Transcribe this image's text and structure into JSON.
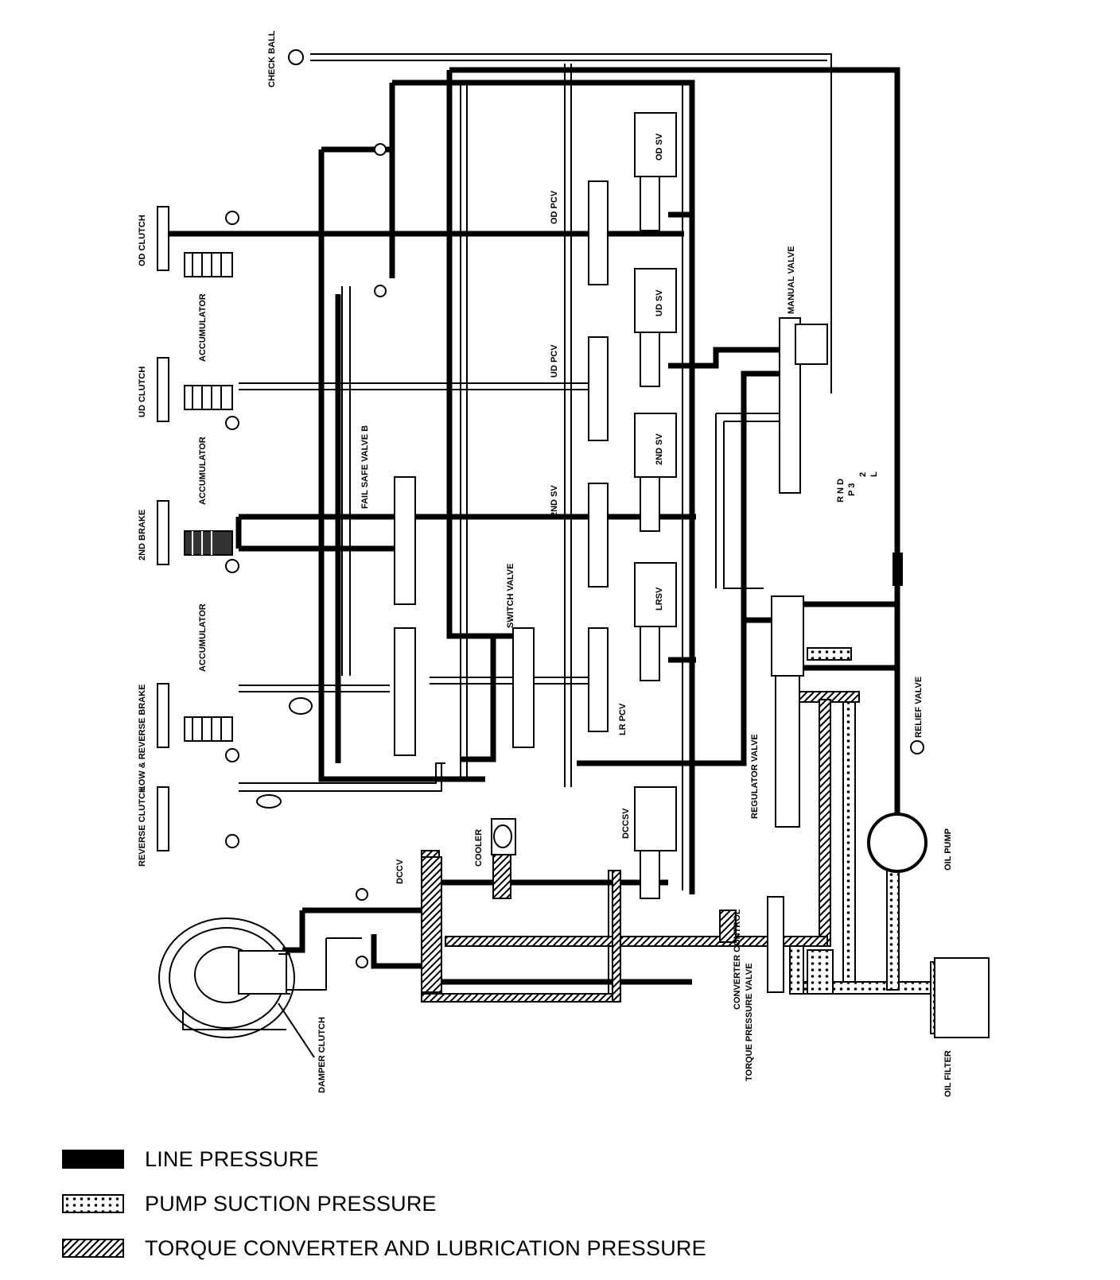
{
  "labels": {
    "check_ball": "CHECK BALL",
    "od_clutch": "OD CLUTCH",
    "accumulator_1": "ACCUMULATOR",
    "ud_clutch": "UD CLUTCH",
    "accumulator_2": "ACCUMULATOR",
    "second_brake": "2ND BRAKE",
    "accumulator_3": "ACCUMULATOR",
    "low_reverse_brake": "LOW & REVERSE BRAKE",
    "reverse_clutch": "REVERSE CLUTCH",
    "fail_safe_valve_b": "FAIL SAFE VALVE B",
    "od_pcv": "OD PCV",
    "ud_pcv": "UD PCV",
    "second_sv_side": "2ND SV",
    "switch_valve": "SWITCH VALVE",
    "lr_pcv": "LR PCV",
    "od_sv": "OD SV",
    "ud_sv": "UD SV",
    "second_sv": "2ND SV",
    "lrsv": "LRSV",
    "dccsv": "DCCSV",
    "manual_valve": "MANUAL VALVE",
    "range_r": "R N D",
    "range_p3": "P 3",
    "range_2": "2",
    "range_l": "L",
    "regulator_valve": "REGULATOR VALVE",
    "relief_valve": "RELIEF VALVE",
    "oil_pump": "OIL PUMP",
    "cooler": "COOLER",
    "dccv": "DCCV",
    "converter_control": "CONVERTER CONTROL",
    "torque_pressure_valve": "TORQUE PRESSURE VALVE",
    "oil_filter": "OIL FILTER",
    "damper_clutch": "DAMPER CLUTCH"
  },
  "legend": [
    {
      "key": "line",
      "label": "LINE PRESSURE"
    },
    {
      "key": "suction",
      "label": "PUMP SUCTION PRESSURE"
    },
    {
      "key": "torque",
      "label": "TORQUE CONVERTER AND LUBRICATION PRESSURE"
    }
  ]
}
